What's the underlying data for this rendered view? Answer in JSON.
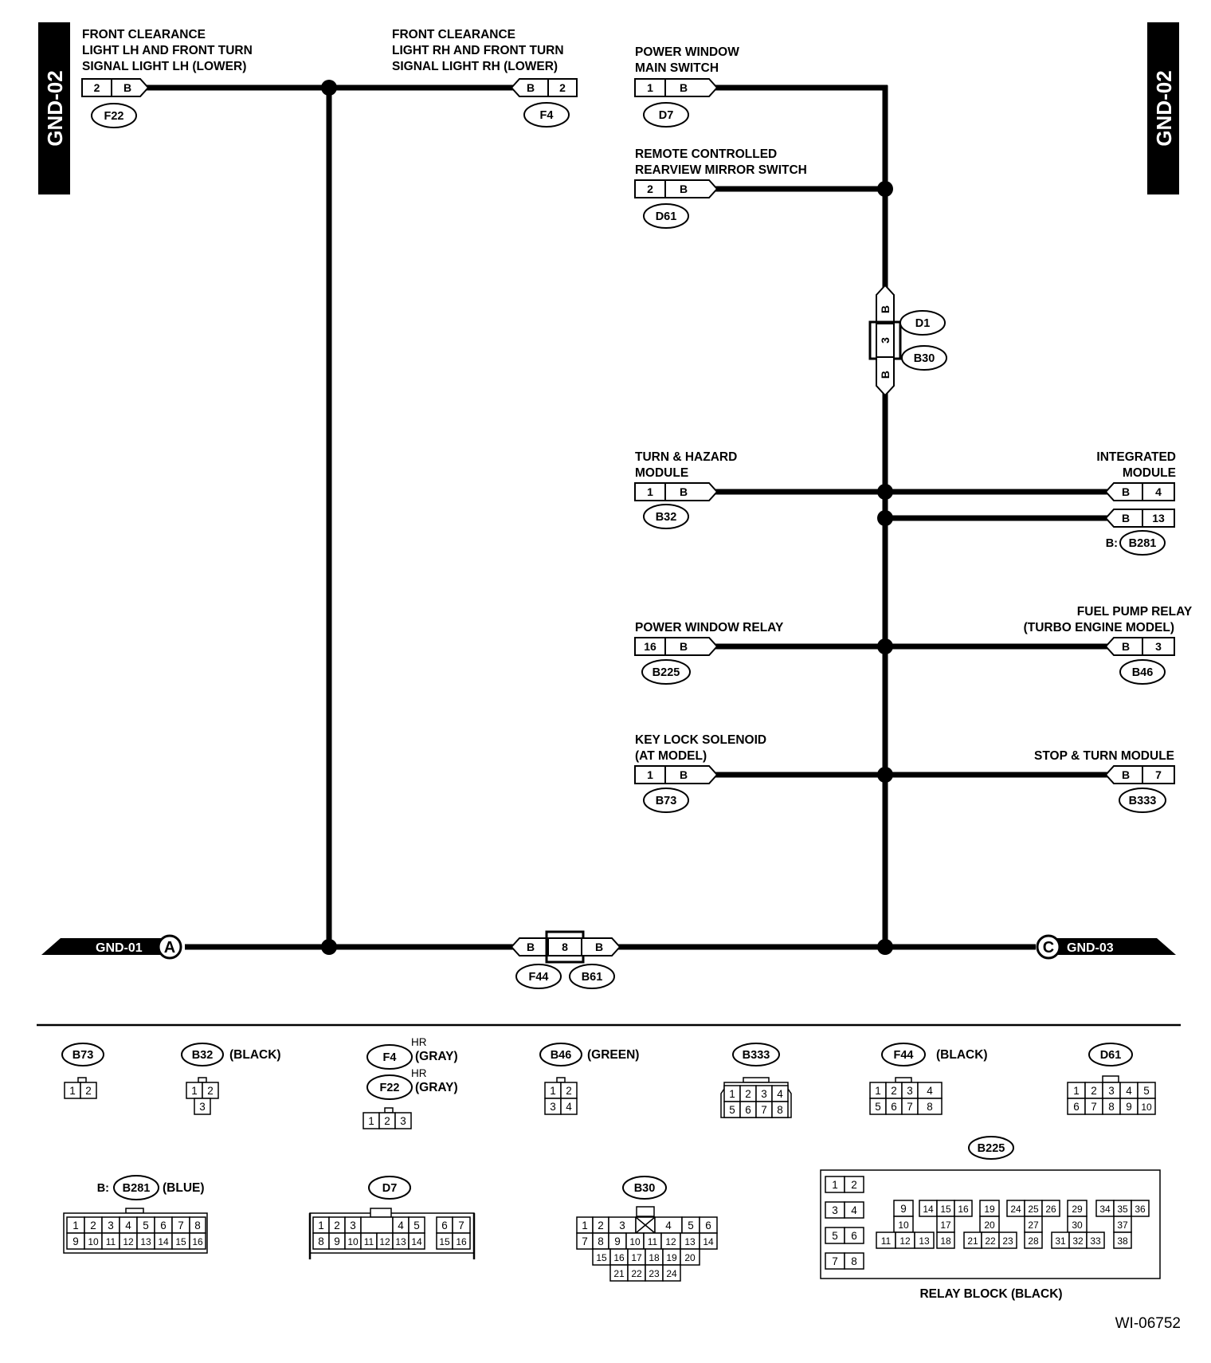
{
  "title_tags": {
    "left": "GND-02",
    "right": "GND-02"
  },
  "harness_links": {
    "left": {
      "name": "GND-01",
      "circle": "A"
    },
    "right": {
      "name": "GND-03",
      "circle": "C"
    }
  },
  "components": {
    "f22": {
      "line1": "FRONT CLEARANCE",
      "line2": "LIGHT LH AND FRONT TURN",
      "line3": "SIGNAL LIGHT LH (LOWER)",
      "pin": "2",
      "wire": "B",
      "connector": "F22"
    },
    "f4": {
      "line1": "FRONT CLEARANCE",
      "line2": "LIGHT RH AND FRONT TURN",
      "line3": "SIGNAL LIGHT RH (LOWER)",
      "pin": "2",
      "wire": "B",
      "connector": "F4"
    },
    "d7": {
      "line1": "POWER WINDOW",
      "line2": "MAIN SWITCH",
      "pin": "1",
      "wire": "B",
      "connector": "D7"
    },
    "d61": {
      "line1": "REMOTE CONTROLLED",
      "line2": "REARVIEW MIRROR SWITCH",
      "pin": "2",
      "wire": "B",
      "connector": "D61"
    },
    "d1_b30": {
      "pin": "3",
      "wire_top": "B",
      "wire_bottom": "B",
      "connector_top": "D1",
      "connector_bottom": "B30"
    },
    "b32": {
      "line1": "TURN & HAZARD",
      "line2": "MODULE",
      "pin": "1",
      "wire": "B",
      "connector": "B32"
    },
    "b281": {
      "line1": "INTEGRATED",
      "line2": "MODULE",
      "pin_a": "4",
      "pin_b": "13",
      "wire_a": "B",
      "wire_b": "B",
      "prefix": "B:",
      "connector": "B281"
    },
    "b225": {
      "line1": "POWER WINDOW RELAY",
      "pin": "16",
      "wire": "B",
      "connector": "B225"
    },
    "b46": {
      "line1": "FUEL PUMP RELAY",
      "line2": "(TURBO ENGINE MODEL)",
      "pin": "3",
      "wire": "B",
      "connector": "B46"
    },
    "b73": {
      "line1": "KEY LOCK SOLENOID",
      "line2": "(AT MODEL)",
      "pin": "1",
      "wire": "B",
      "connector": "B73"
    },
    "b333": {
      "line1": "STOP & TURN MODULE",
      "pin": "7",
      "wire": "B",
      "connector": "B333"
    },
    "f44_b61": {
      "pin": "8",
      "wire_left": "B",
      "wire_right": "B",
      "connector_left": "F44",
      "connector_right": "B61"
    }
  },
  "connector_views": {
    "b73": {
      "id": "B73",
      "pins": [
        "1",
        "2"
      ]
    },
    "b32": {
      "id": "B32",
      "note": "(BLACK)",
      "pins": [
        "1",
        "2",
        "3"
      ]
    },
    "f4": {
      "id": "F4",
      "sup": "HR",
      "note": "(GRAY)"
    },
    "f22": {
      "id": "F22",
      "sup": "HR",
      "note": "(GRAY)",
      "pins": [
        "1",
        "2",
        "3"
      ]
    },
    "b46": {
      "id": "B46",
      "note": "(GREEN)",
      "pins": [
        "1",
        "2",
        "3",
        "4"
      ]
    },
    "b333": {
      "id": "B333",
      "pins": [
        "1",
        "2",
        "3",
        "4",
        "5",
        "6",
        "7",
        "8"
      ]
    },
    "f44": {
      "id": "F44",
      "note": "(BLACK)",
      "pins": [
        "1",
        "2",
        "3",
        "4",
        "5",
        "6",
        "7",
        "8"
      ]
    },
    "d61": {
      "id": "D61",
      "pins": [
        "1",
        "2",
        "3",
        "4",
        "5",
        "6",
        "7",
        "8",
        "9",
        "10"
      ]
    },
    "b281": {
      "id": "B281",
      "prefix": "B:",
      "note": "(BLUE)",
      "pins": [
        "1",
        "2",
        "3",
        "4",
        "5",
        "6",
        "7",
        "8",
        "9",
        "10",
        "11",
        "12",
        "13",
        "14",
        "15",
        "16"
      ]
    },
    "d7": {
      "id": "D7",
      "pins": [
        "1",
        "2",
        "3",
        "4",
        "5",
        "6",
        "7",
        "8",
        "9",
        "10",
        "11",
        "12",
        "13",
        "14",
        "15",
        "16"
      ]
    },
    "b30": {
      "id": "B30",
      "pins": [
        "1",
        "2",
        "3",
        "4",
        "5",
        "6",
        "7",
        "8",
        "9",
        "10",
        "11",
        "12",
        "13",
        "14",
        "15",
        "16",
        "17",
        "18",
        "19",
        "20",
        "21",
        "22",
        "23",
        "24"
      ]
    },
    "b225": {
      "id": "B225",
      "caption": "RELAY BLOCK (BLACK)",
      "pins": [
        "1",
        "2",
        "3",
        "4",
        "5",
        "6",
        "7",
        "8",
        "9",
        "10",
        "11",
        "12",
        "13",
        "14",
        "15",
        "16",
        "17",
        "18",
        "19",
        "20",
        "21",
        "22",
        "23",
        "24",
        "25",
        "26",
        "27",
        "28",
        "29",
        "30",
        "31",
        "32",
        "33",
        "34",
        "35",
        "36",
        "37",
        "38"
      ]
    }
  },
  "figure_ref": "WI-06752"
}
